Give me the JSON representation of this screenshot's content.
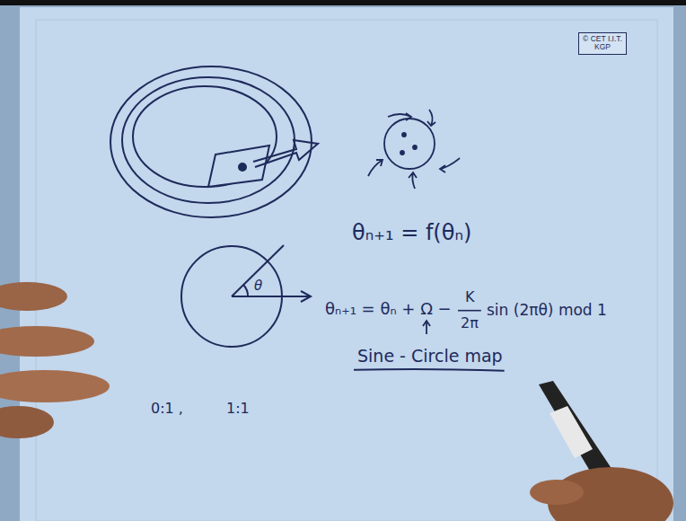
{
  "diagram": {
    "nodes": [
      {
        "text": [
          "© CET I.I.T. KGP"
        ]
      },
      {
        "text": [
          "θ"
        ]
      }
    ],
    "labels": [
      "θₙ₊₁ = f(θₙ)",
      "θₙ₊₁ = θₙ + Ω −",
      "K",
      "2π",
      "sin (2πθ) mod 1",
      "Sine - Circle map",
      "0:1 ,",
      "1:1"
    ]
  }
}
